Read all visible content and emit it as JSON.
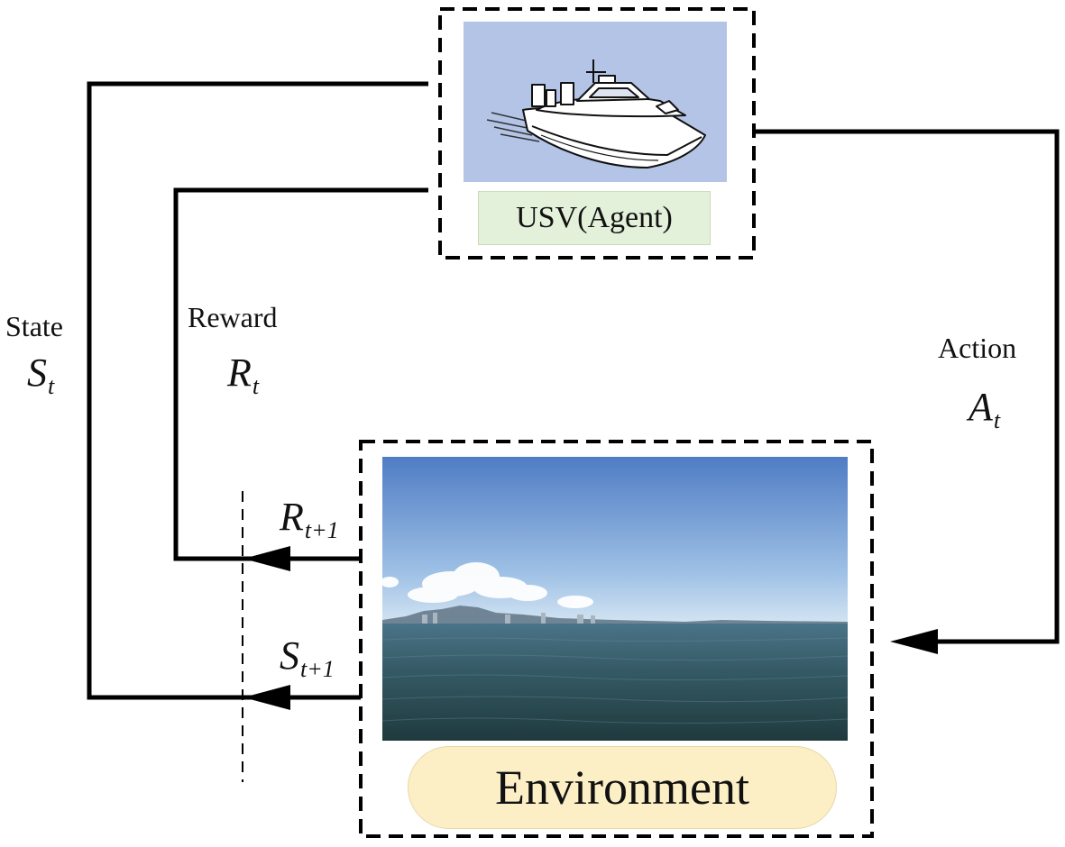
{
  "agent": {
    "label": "USV(Agent)"
  },
  "environment": {
    "label": "Environment"
  },
  "signals": {
    "state": {
      "word": "State",
      "symbol": "S",
      "subscript": "t"
    },
    "reward": {
      "word": "Reward",
      "symbol": "R",
      "subscript": "t"
    },
    "action": {
      "word": "Action",
      "symbol": "A",
      "subscript": "t"
    },
    "next_reward": {
      "symbol": "R",
      "subscript": "t+1"
    },
    "next_state": {
      "symbol": "S",
      "subscript": "t+1"
    }
  },
  "colors": {
    "line": "#000000",
    "agent_image_bg": "#b3c4e6",
    "agent_label_bg": "#e3f0da",
    "env_label_bg": "#fcefc6",
    "sky_top": "#5c86c9",
    "sky_bottom": "#c6dcee",
    "sea_top": "#3d6478",
    "sea_bottom": "#233f44"
  },
  "icons": {
    "agent_image": "boat-icon",
    "environment_image": "sea-sky-photo"
  }
}
